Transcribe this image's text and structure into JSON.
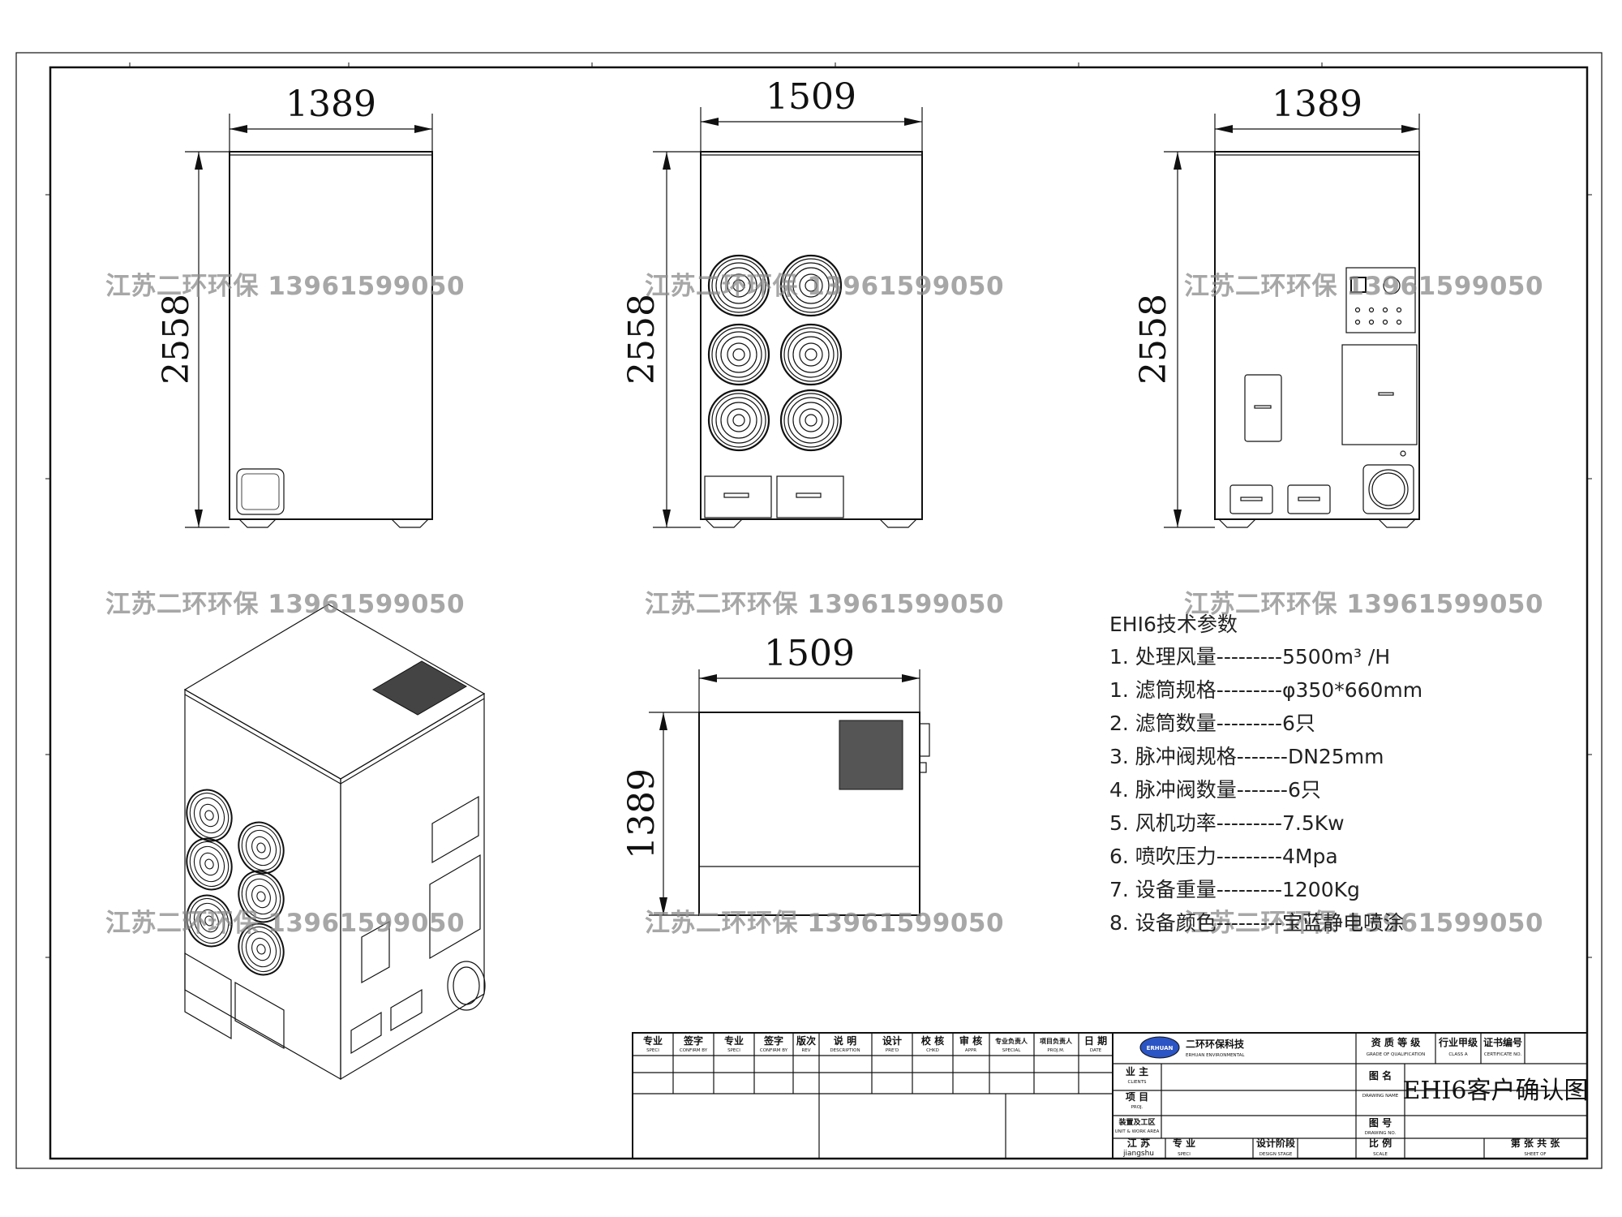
{
  "views": {
    "left_side": {
      "width": "1389",
      "height": "2558"
    },
    "front": {
      "width": "1509",
      "height": "2558"
    },
    "right_side": {
      "width": "1389",
      "height": "2558"
    },
    "top": {
      "width": "1509",
      "depth": "1389"
    }
  },
  "watermark": "江苏二环环保 13961599050",
  "specs": {
    "title": "EHI6技术参数",
    "items": [
      "1. 处理风量---------5500m³ /H",
      "1. 滤筒规格---------φ350*660mm",
      "2. 滤筒数量---------6只",
      "3. 脉冲阀规格-------DN25mm",
      "4. 脉冲阀数量-------6只",
      "5. 风机功率---------7.5Kw",
      "6. 喷吹压力---------4Mpa",
      "7. 设备重量---------1200Kg",
      "8. 设备颜色---------宝蓝静电喷涂"
    ]
  },
  "title_block": {
    "headers": [
      {
        "cn": "专业",
        "en": "SPECI"
      },
      {
        "cn": "签字",
        "en": "CONFIRM BY"
      },
      {
        "cn": "专业",
        "en": "SPECI"
      },
      {
        "cn": "签字",
        "en": "CONFIRM BY"
      },
      {
        "cn": "版次",
        "en": "REV"
      },
      {
        "cn": "说 明",
        "en": "DESCRIPTION"
      },
      {
        "cn": "设计",
        "en": "PRE'D"
      },
      {
        "cn": "校 核",
        "en": "CHKD"
      },
      {
        "cn": "审 核",
        "en": "APPR"
      },
      {
        "cn": "专业负责人",
        "en": "SPECIAL"
      },
      {
        "cn": "项目负责人",
        "en": "PROJ.M."
      },
      {
        "cn": "日 期",
        "en": "DATE"
      }
    ],
    "company_cn": "二环环保科技",
    "company_en": "ERHUAN ENVIRONMENTAL",
    "logo_text": "ERHUAN",
    "client": {
      "cn": "业 主",
      "en": "CLIENTS"
    },
    "project": {
      "cn": "项 目",
      "en": "PROJ."
    },
    "unit": {
      "cn": "装置及工区",
      "en": "UNIT & WORK AREA"
    },
    "location": {
      "cn": "江 苏",
      "en": "jiangshu"
    },
    "speci": {
      "cn": "专 业",
      "en": "SPECI"
    },
    "stage": {
      "cn": "设计阶段",
      "en": "DESIGN STAGE"
    },
    "qual": {
      "cn": "资 质 等 级",
      "en": "GRADE OF QUALIFICATION"
    },
    "grade": {
      "cn": "行业甲级",
      "en": "CLASS A"
    },
    "cert": {
      "cn": "证书编号",
      "en": "CERTIFICATE NO."
    },
    "drawing_name": {
      "cn": "图 名",
      "en": "DRAWING NAME"
    },
    "drawing_no": {
      "cn": "图 号",
      "en": "DRAWING NO."
    },
    "scale": {
      "cn": "比 例",
      "en": "SCALE"
    },
    "sheet": {
      "cn": "第 张 共 张",
      "en": "SHEET OF"
    },
    "drawing_title": "EHI6客户确认图"
  }
}
